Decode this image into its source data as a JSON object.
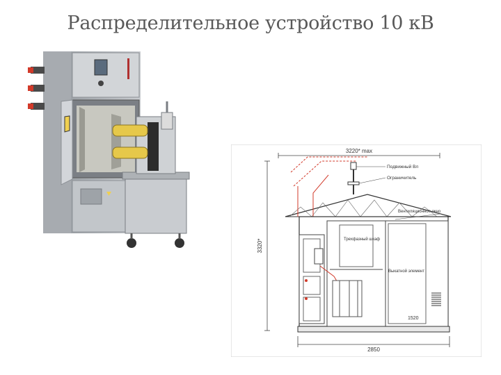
{
  "slide": {
    "title": "Распределительное устройство 10 кВ"
  },
  "drawing": {
    "dim_width_top": "3220* max",
    "dim_height": "3320*",
    "dim_inner": "1520",
    "dim_bottom": "2850",
    "label_insulator": "Подвижный Вл",
    "label_arrester": "Ограничитель",
    "label_ventilation": "Вентиляционное окно",
    "label_cabinet": "Трехфазный шкаф",
    "label_element": "Выкатной элемент"
  },
  "colors": {
    "title": "#595959",
    "cabinet_gray": "#b9bdc2",
    "drawing_red": "#d23a2a",
    "insulator_yellow": "#e6c84a"
  }
}
